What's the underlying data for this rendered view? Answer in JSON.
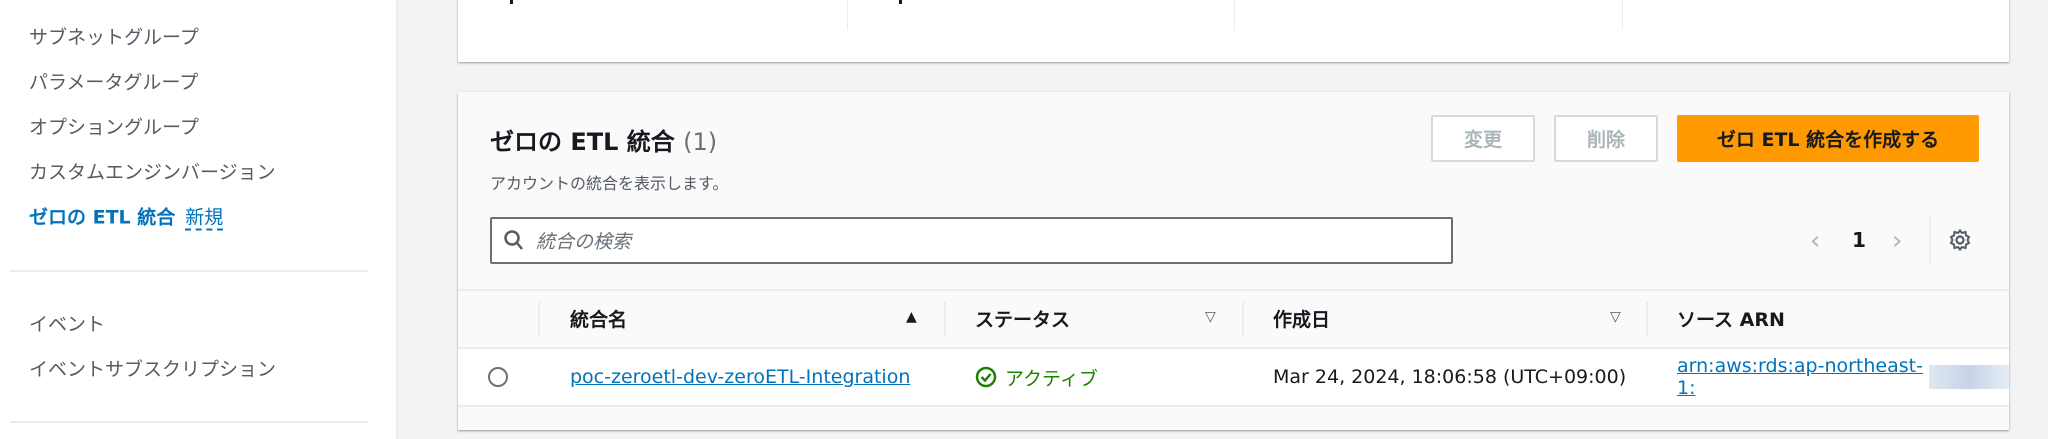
{
  "sidebar": {
    "items": [
      {
        "label": "サブネットグループ"
      },
      {
        "label": "パラメータグループ"
      },
      {
        "label": "オプショングループ"
      },
      {
        "label": "カスタムエンジンバージョン"
      },
      {
        "label": "ゼロの ETL 統合",
        "badge": "新規",
        "active": true
      },
      {
        "label": "イベント"
      },
      {
        "label": "イベントサブスクリプション"
      }
    ]
  },
  "panel": {
    "title": "ゼロの ETL 統合",
    "count": "(1)",
    "description": "アカウントの統合を表示します。",
    "buttons": {
      "edit": "変更",
      "delete": "削除",
      "create": "ゼロ ETL 統合を作成する"
    },
    "search": {
      "placeholder": "統合の検索",
      "value": ""
    },
    "pagination": {
      "current_page": "1"
    },
    "table": {
      "columns": [
        "統合名",
        "ステータス",
        "作成日",
        "ソース ARN"
      ],
      "sort": {
        "column": "統合名",
        "direction": "ascending"
      },
      "rows": [
        {
          "selected": false,
          "name": "poc-zeroetl-dev-zeroETL-Integration",
          "status": "アクティブ",
          "created": "Mar 24, 2024, 18:06:58 (UTC+09:00)",
          "source_arn": "arn:aws:rds:ap-northeast-1:"
        }
      ]
    }
  },
  "colors": {
    "link": "#0073bb",
    "primary": "#ff9900",
    "success": "#1d8102"
  }
}
